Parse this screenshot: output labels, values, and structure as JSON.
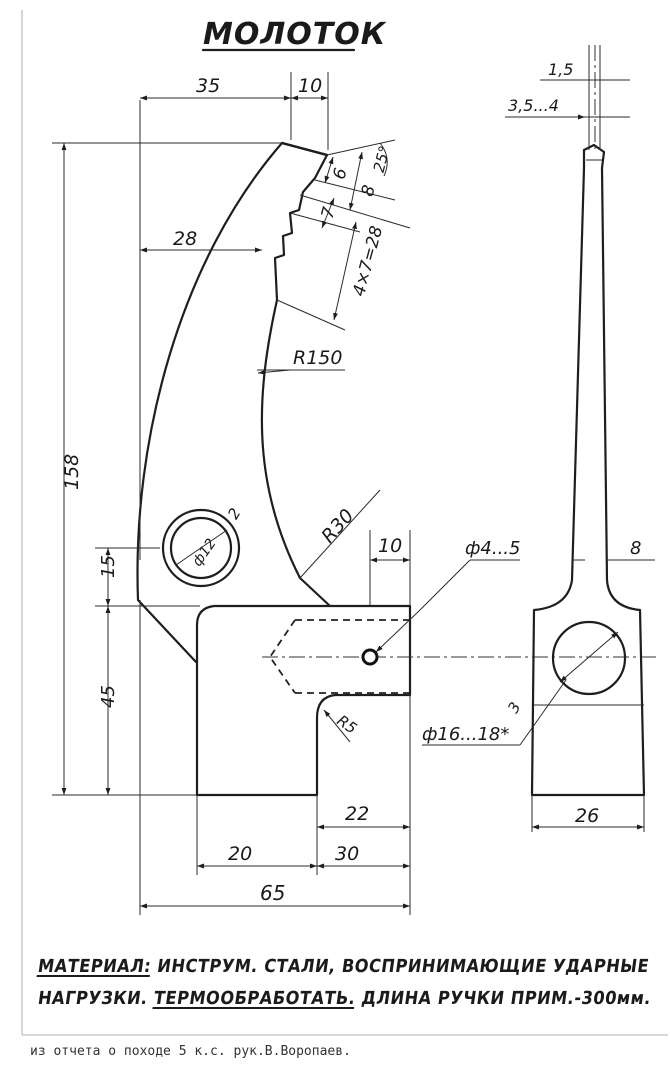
{
  "title": "МОЛОТОК",
  "dimensions": {
    "d35": "35",
    "d10_top": "10",
    "d6": "6",
    "d7": "7",
    "d8": "8",
    "d25": "25°",
    "d28": "28",
    "teeth": "4×7=28",
    "r150": "R150",
    "d158": "158",
    "d2": "2",
    "phi12": "ф12",
    "r30": "R30",
    "d10_mid": "10",
    "phi4_5": "ф4...5",
    "d15": "15",
    "d45": "45",
    "r5": "R5",
    "d22": "22",
    "d20": "20",
    "d30": "30",
    "d65": "65",
    "phi16_18": "ф16...18*",
    "d3": "3",
    "d1_5": "1,5",
    "d3_5_4": "3,5...4",
    "d8_side": "8",
    "d26": "26"
  },
  "notes": {
    "line1_material": "МАТЕРИАЛ:",
    "line1_rest": "ИНСТРУМ. СТАЛИ, ВОСПРИНИМАЮЩИЕ УДАРНЫЕ",
    "line2_loads": "НАГРУЗКИ.",
    "line2_heat": "ТЕРМООБРАБОТАТЬ.",
    "line2_rest": "ДЛИНА РУЧКИ ПРИМ.-300мм."
  },
  "footer": "из отчета о походе 5 к.с.     рук.В.Воропаев."
}
